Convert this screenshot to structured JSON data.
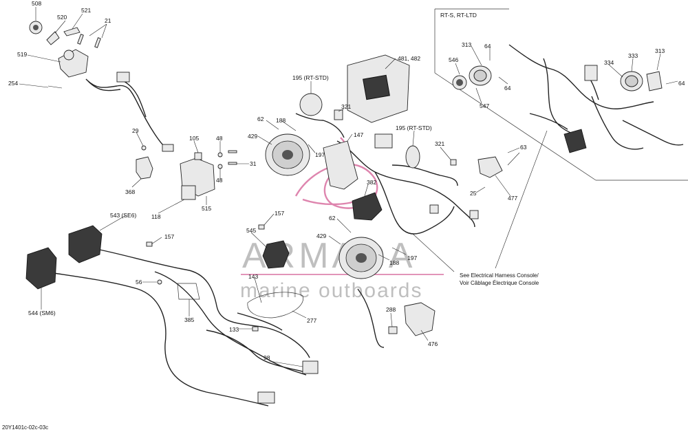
{
  "diagram_id": "20Y1401c-02c-03c",
  "inset": {
    "title": "RT-S, RT-LTD"
  },
  "note": {
    "line1": "See Electrical Harness Console/",
    "line2": "Voir Câblage Électrique Console"
  },
  "watermark": {
    "brand": "ARMADA",
    "tagline": "marine outboards",
    "logo_color": "#d6679b"
  },
  "callouts": {
    "c508": "508",
    "c520": "520",
    "c521": "521",
    "c21": "21",
    "c519": "519",
    "c254": "254",
    "c29": "29",
    "c368": "368",
    "c105": "105",
    "c48a": "48",
    "c48b": "48",
    "c31": "31",
    "c118": "118",
    "c515": "515",
    "c543": "543 (SE6)",
    "c157a": "157",
    "c56": "56",
    "c385": "385",
    "c544": "544 (SM6)",
    "c133": "133",
    "c98": "98",
    "c143": "143",
    "c277": "277",
    "c545": "545",
    "c157b": "157",
    "c62a": "62",
    "c188a": "188",
    "c429a": "429",
    "c197a": "197",
    "c195a": "195 (RT-STD)",
    "c321a": "321",
    "c147": "147",
    "c481": "481, 482",
    "c195b": "195 (RT-STD)",
    "c321b": "321",
    "c382": "382",
    "c62b": "62",
    "c429b": "429",
    "c188b": "188",
    "c197b": "197",
    "c288": "288",
    "c476": "476",
    "c63": "63",
    "c25": "25",
    "c477": "477",
    "c313a": "313",
    "c64a": "64",
    "c546": "546",
    "c64b": "64",
    "c547": "547",
    "c333": "333",
    "c334": "334",
    "c313b": "313",
    "c64c": "64"
  }
}
